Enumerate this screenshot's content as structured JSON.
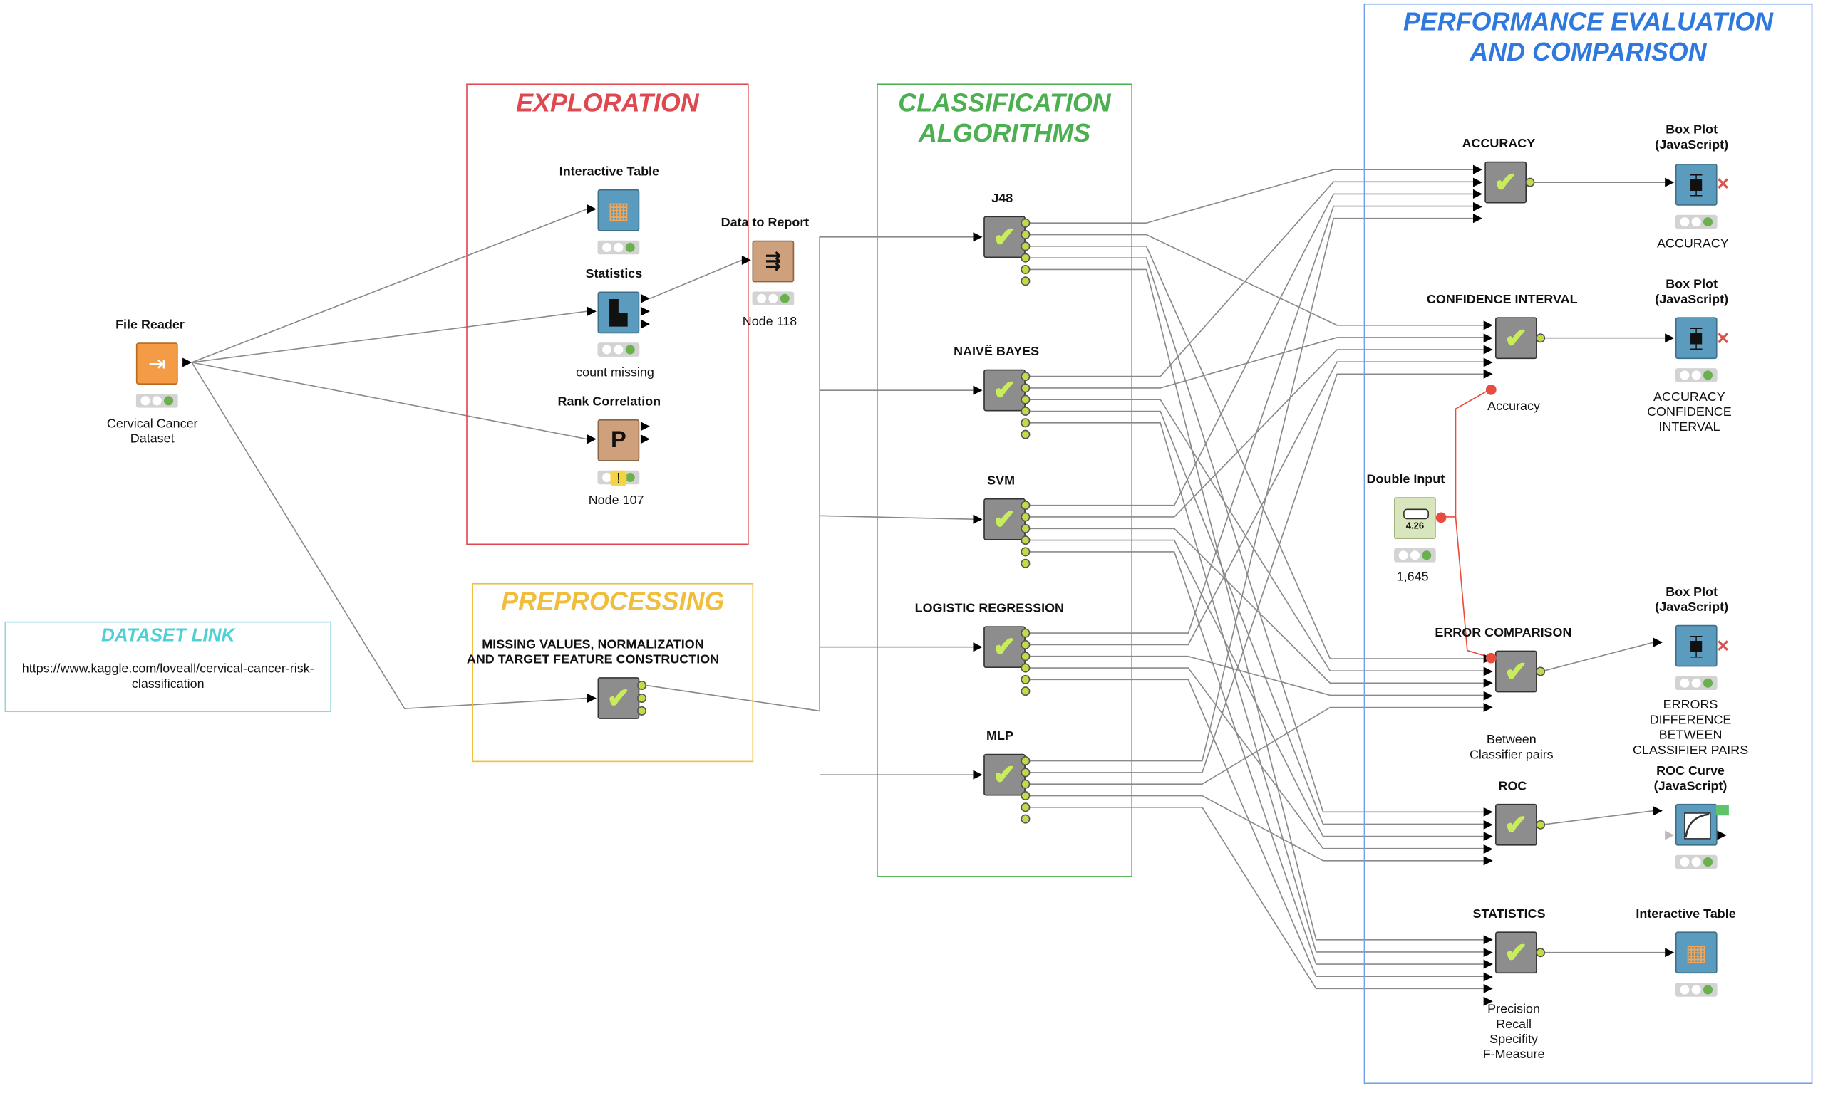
{
  "annotations": {
    "exploration": {
      "title": "EXPLORATION",
      "color": "#e0484f"
    },
    "classification": {
      "title": "CLASSIFICATION\nALGORITHMS",
      "color": "#4caf50"
    },
    "preprocessing": {
      "title": "PREPROCESSING",
      "color": "#f0bd3c"
    },
    "dataset_link": {
      "title": "DATASET LINK",
      "url": "https://www.kaggle.com/loveall/cervical-cancer-risk-\nclassification",
      "color": "#4fd0d6"
    },
    "performance": {
      "title": "PERFORMANCE EVALUATION\nAND COMPARISON",
      "color": "#2f78de"
    }
  },
  "nodes": {
    "file_reader": {
      "title": "File Reader",
      "caption": "Cervical Cancer\nDataset",
      "icon": "file-reader-icon"
    },
    "interactive_table_1": {
      "title": "Interactive Table",
      "caption": "",
      "icon": "table-icon"
    },
    "statistics": {
      "title": "Statistics",
      "caption": "count missing",
      "icon": "statistics-icon"
    },
    "rank_correlation": {
      "title": "Rank Correlation",
      "caption": "Node 107",
      "icon": "rank-correlation-icon",
      "warning": "!"
    },
    "data_to_report": {
      "title": "Data to Report",
      "caption": "Node 118",
      "icon": "data-to-report-icon"
    },
    "preprocessing_meta": {
      "title": "MISSING VALUES, NORMALIZATION\nAND TARGET FEATURE CONSTRUCTION",
      "caption": "",
      "icon": "metanode-check-icon"
    },
    "j48": {
      "title": "J48",
      "caption": "",
      "icon": "metanode-check-icon"
    },
    "naive_bayes": {
      "title": "NAIVË BAYES",
      "caption": "",
      "icon": "metanode-check-icon"
    },
    "svm": {
      "title": "SVM",
      "caption": "",
      "icon": "metanode-check-icon"
    },
    "logistic_regression": {
      "title": "LOGISTIC REGRESSION",
      "caption": "",
      "icon": "metanode-check-icon"
    },
    "mlp": {
      "title": "MLP",
      "caption": "",
      "icon": "metanode-check-icon"
    },
    "accuracy": {
      "title": "ACCURACY",
      "caption": "",
      "icon": "metanode-check-icon"
    },
    "confidence_interval": {
      "title": "CONFIDENCE INTERVAL",
      "caption": "Accuracy",
      "icon": "metanode-check-icon"
    },
    "double_input": {
      "title": "Double Input",
      "caption": "1,645",
      "icon": "double-input-icon",
      "display": "4.26"
    },
    "error_comparison": {
      "title": "ERROR COMPARISON",
      "caption": "Between\nClassifier pairs",
      "icon": "metanode-check-icon"
    },
    "roc": {
      "title": "ROC",
      "caption": "",
      "icon": "metanode-check-icon"
    },
    "statistics_perf": {
      "title": "STATISTICS",
      "caption": "Precision\nRecall\nSpecifity\nF-Measure",
      "icon": "metanode-check-icon"
    },
    "box_plot_1": {
      "title": "Box Plot\n(JavaScript)",
      "caption": "ACCURACY",
      "icon": "box-plot-icon"
    },
    "box_plot_2": {
      "title": "Box Plot\n(JavaScript)",
      "caption": "ACCURACY\nCONFIDENCE INTERVAL",
      "icon": "box-plot-icon"
    },
    "box_plot_3": {
      "title": "Box Plot\n(JavaScript)",
      "caption": "ERRORS DIFFERENCE\nBETWEEN\nCLASSIFIER PAIRS",
      "icon": "box-plot-icon"
    },
    "roc_curve": {
      "title": "ROC Curve\n(JavaScript)",
      "caption": "",
      "icon": "roc-curve-icon"
    },
    "interactive_table_2": {
      "title": "Interactive Table",
      "caption": "",
      "icon": "table-icon"
    }
  },
  "colors": {
    "connection": "#8a8a8a",
    "flow_variable": "#e74c3c",
    "metanode": "#8d8d8d",
    "view_node": "#5b9bbd",
    "source_node": "#f39c45",
    "check": "#c9ec5a",
    "status_green": "#6ab04c"
  }
}
